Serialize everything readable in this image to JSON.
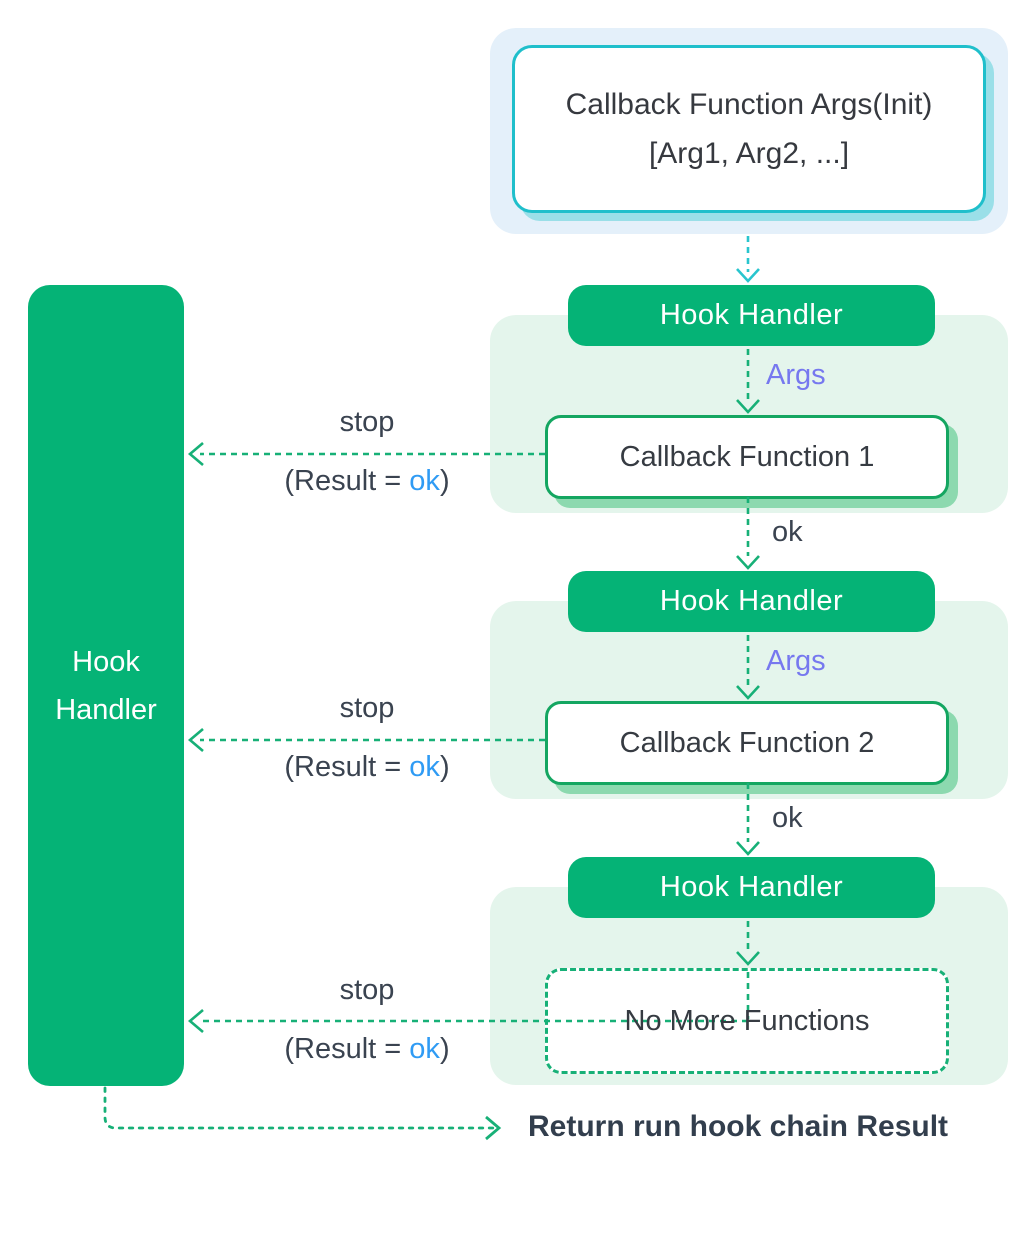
{
  "diagram": {
    "init_box": {
      "line1": "Callback Function Args(Init)",
      "line2": "[Arg1, Arg2, ...]"
    },
    "left_handler": {
      "line1": "Hook",
      "line2": "Handler"
    },
    "hook_handler_label": "Hook Handler",
    "args_label": "Args",
    "ok_label": "ok",
    "stop_label": "stop",
    "result_open": "(Result = ",
    "result_ok": "ok",
    "result_close": ")",
    "callbacks": [
      "Callback Function 1",
      "Callback Function 2",
      "No More Functions"
    ],
    "return_label": "Return run hook chain Result",
    "colors": {
      "accent_green": "#05B376",
      "panel_green": "#E4F5EC",
      "panel_blue": "#E4F0FA",
      "teal_border": "#1FBFCB",
      "teal_shadow": "#9ADFE8",
      "callback_border": "#14A661",
      "callback_shadow": "#8CD9AF",
      "arrow_green": "#17B077",
      "arrow_teal": "#29C5CE",
      "args_purple": "#7678EF",
      "ok_blue": "#2F9BF4",
      "text_dark": "#363B42"
    }
  }
}
